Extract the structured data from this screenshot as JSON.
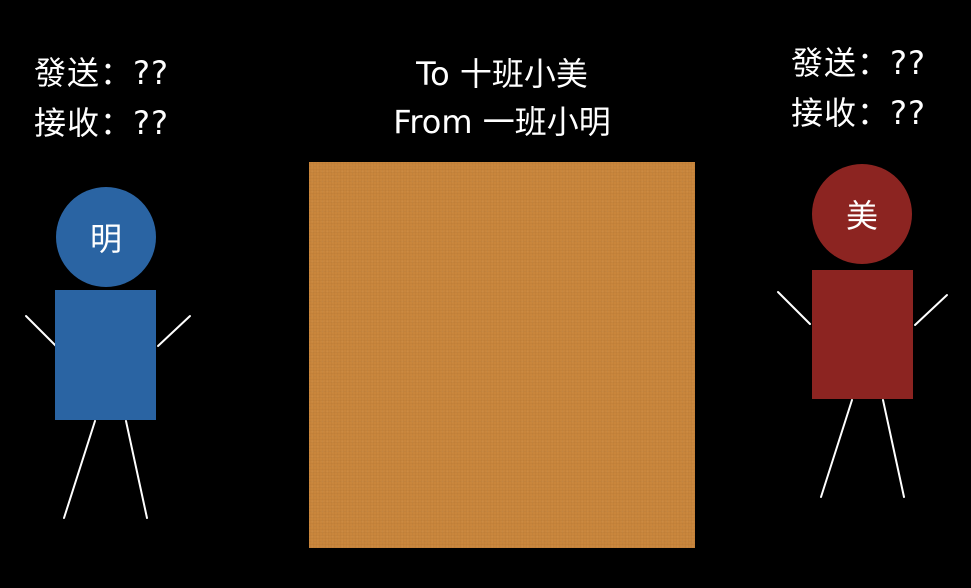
{
  "left_status": {
    "send": "發送：??",
    "receive": "接收：??"
  },
  "right_status": {
    "send": "發送：??",
    "receive": "接收：??"
  },
  "package": {
    "to_line": "To 十班小美",
    "from_line": "From 一班小明",
    "color": "#c9863c"
  },
  "ming": {
    "label": "明",
    "color": "#2a64a3"
  },
  "mei": {
    "label": "美",
    "color": "#8c2421"
  }
}
